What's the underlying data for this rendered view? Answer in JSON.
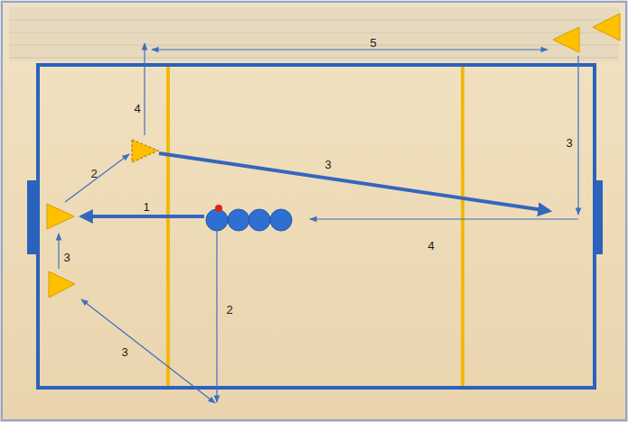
{
  "diagram": {
    "labels": [
      "5",
      "4",
      "3",
      "2",
      "3",
      "1",
      "4",
      "3",
      "2",
      "3"
    ]
  }
}
